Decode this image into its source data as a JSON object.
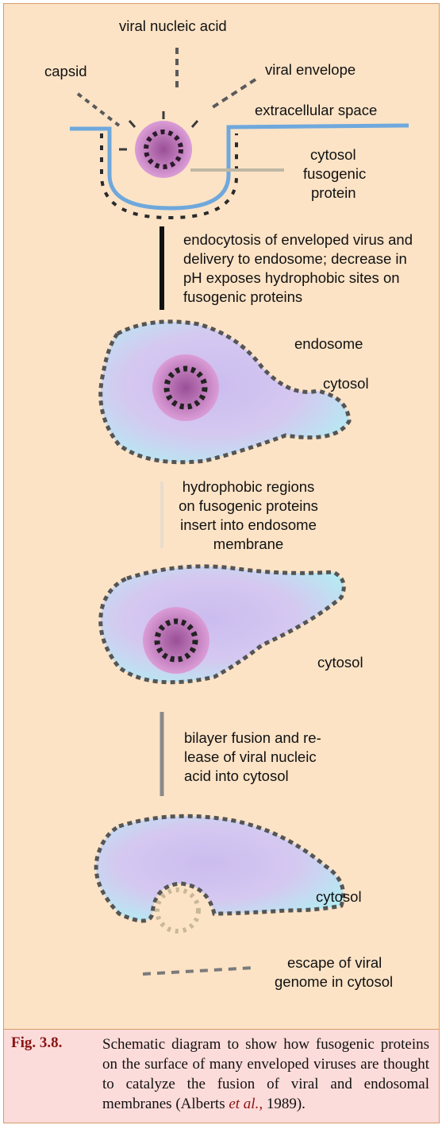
{
  "labels": {
    "viral_nucleic_acid": "viral nucleic acid",
    "capsid": "capsid",
    "viral_envelope": "viral envelope",
    "extracellular_space": "extracellular space",
    "cytosol_1": "cytosol",
    "fusogenic_protein_1": "fusogenic",
    "fusogenic_protein_2": "protein",
    "endosome": "endosome",
    "cytosol_2": "cytosol",
    "cytosol_3": "cytosol",
    "cytosol_4": "cytosol",
    "escape_1": "escape of viral",
    "escape_2": "genome in cytosol"
  },
  "steps": {
    "step1": [
      "endocytosis of enveloped virus and",
      "delivery to endosome; decrease in",
      "pH exposes hydrophobic sites on",
      "fusogenic proteins"
    ],
    "step2": [
      "hydrophobic regions",
      "on fusogenic proteins",
      "insert into endosome",
      "membrane"
    ],
    "step3": [
      "bilayer fusion and re-",
      "lease of viral nucleic",
      "acid into cytosol"
    ]
  },
  "caption": {
    "number": "Fig. 3.8.",
    "text_before": "Schematic diagram to show how fusogenic proteins on the surface of many enveloped viruses are thought to catalyze the fusion of viral and endosomal membranes (Alberts ",
    "text_italic": "et al.,",
    "text_after": " 1989)."
  },
  "colors": {
    "panel_background": "#fce3c6",
    "caption_background": "#fcdcda",
    "panel_border": "#d69a6a",
    "membrane": "#6fa8dc",
    "vesicle_fill": "#cfc0ee",
    "vesicle_edge": "#a8e0ea",
    "virus": "#c67fc0",
    "caption_label": "#8a1414"
  }
}
